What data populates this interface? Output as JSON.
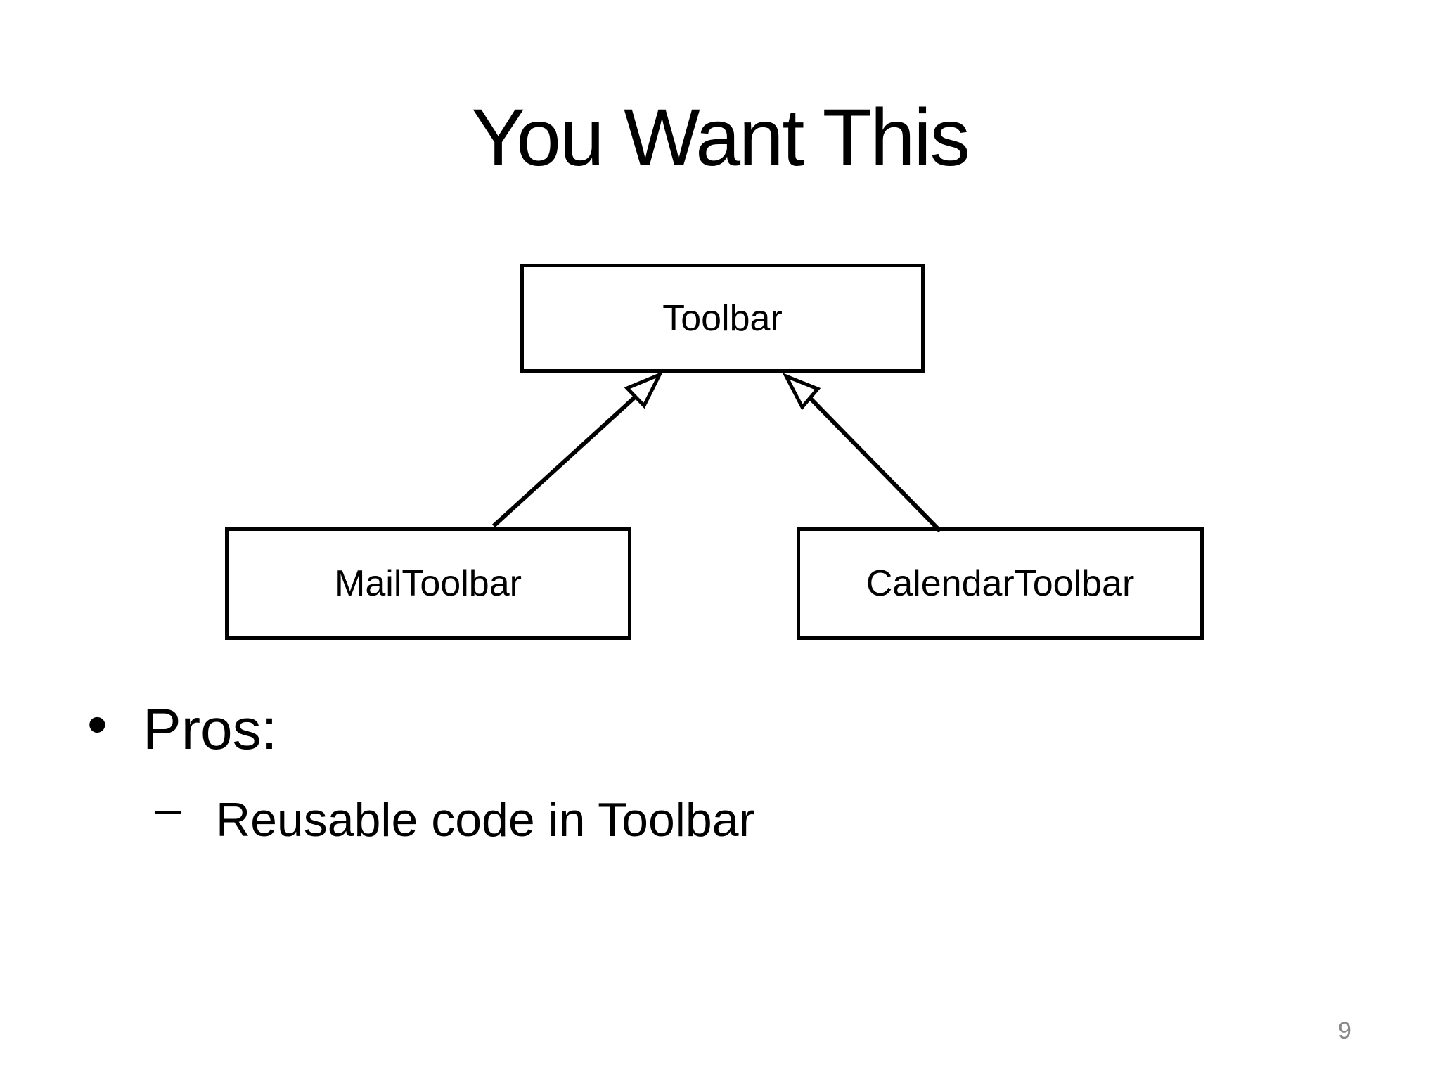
{
  "slide": {
    "title": "You Want This",
    "page_number": "9",
    "background_color": "#ffffff",
    "text_color": "#000000",
    "page_number_color": "#898989",
    "box_border_color": "#000000"
  },
  "diagram": {
    "type": "uml-class-inheritance",
    "parent": {
      "label": "Toolbar"
    },
    "children": [
      {
        "label": "MailToolbar"
      },
      {
        "label": "CalendarToolbar"
      }
    ]
  },
  "bullets": [
    {
      "level": 1,
      "marker": "•",
      "text": "Pros:"
    },
    {
      "level": 2,
      "marker": "–",
      "text": "Reusable code in Toolbar"
    }
  ]
}
